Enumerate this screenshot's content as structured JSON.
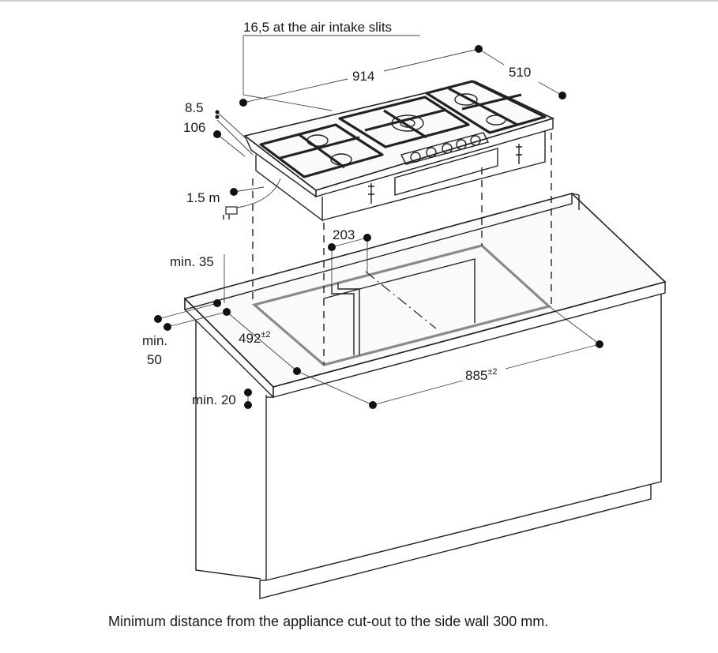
{
  "labels": {
    "air_intake": "16,5 at the air intake slits",
    "width": "914",
    "depth": "510",
    "d_8_5": "8.5",
    "d_106": "106",
    "cable": "1.5 m",
    "d_203": "203",
    "min_35": "min. 35",
    "min_50_a": "min.",
    "min_50_b": "50",
    "cut_depth": "492",
    "cut_depth_tol": "±2",
    "cut_width": "885",
    "cut_width_tol": "±2",
    "min_20": "min. 20"
  },
  "caption": "Minimum distance from the appliance cut-out to the side wall 300 mm.",
  "icons": [
    "cooktop-illustration",
    "countertop-illustration",
    "plug-icon",
    "dimension-dot-icon"
  ],
  "colors": {
    "line": "#222222",
    "cutout": "#8a8a8a",
    "background": "#ffffff"
  }
}
